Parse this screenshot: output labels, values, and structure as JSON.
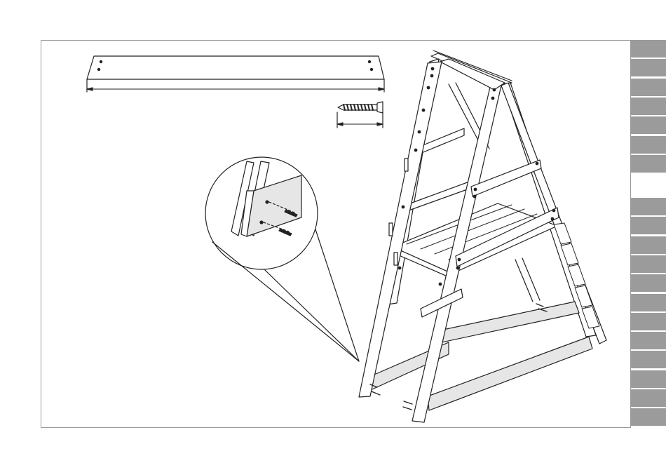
{
  "sidebar": {
    "group1_tab_count": 7,
    "group2_tab_count": 12,
    "tab_color": "#9b9b9b"
  },
  "illustration": {
    "parts": [
      "plank",
      "screw"
    ],
    "highlight_color": "#e6e6e6",
    "line_color": "#222222"
  }
}
